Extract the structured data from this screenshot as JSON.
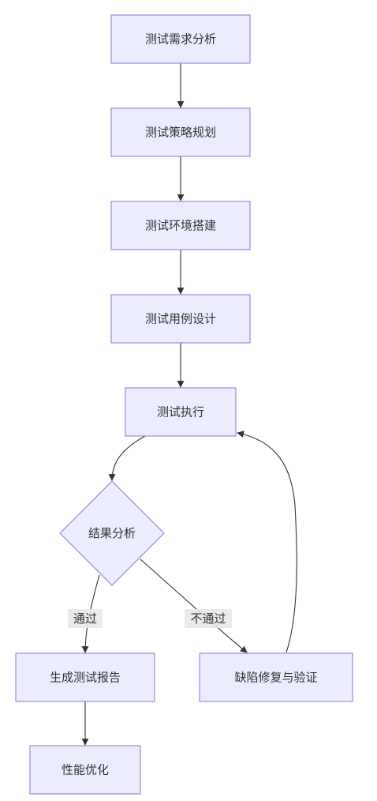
{
  "nodes": {
    "n1": "测试需求分析",
    "n2": "测试策略规划",
    "n3": "测试环境搭建",
    "n4": "测试用例设计",
    "n5": "测试执行",
    "n6": "结果分析",
    "n7": "生成测试报告",
    "n8": "缺陷修复与验证",
    "n9": "性能优化"
  },
  "edge_labels": {
    "pass": "通过",
    "fail": "不通过"
  }
}
